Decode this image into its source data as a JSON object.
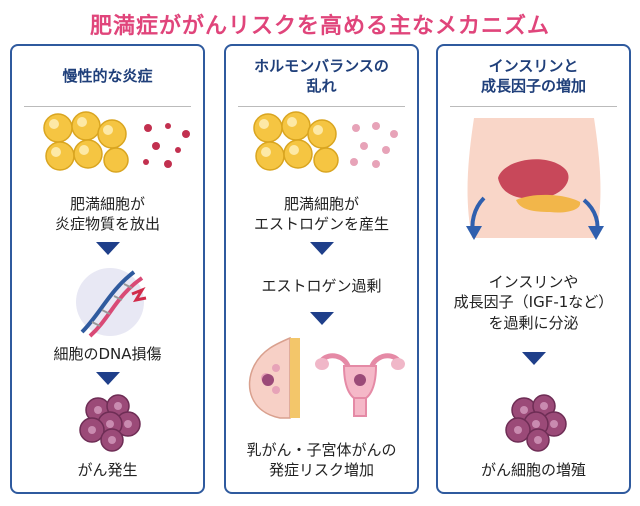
{
  "title": "肥満症ががんリスクを高める主なメカニズム",
  "panels": [
    {
      "heading": [
        "慢性的な炎症"
      ],
      "steps": [
        [
          "肥満細胞が",
          "炎症物質を放出"
        ],
        [
          "細胞のDNA損傷"
        ],
        [
          "がん発生"
        ]
      ]
    },
    {
      "heading": [
        "ホルモンバランスの",
        "乱れ"
      ],
      "steps": [
        [
          "肥満細胞が",
          "エストロゲンを産生"
        ],
        [
          "エストロゲン過剰"
        ],
        [
          "乳がん・子宮体がんの",
          "発症リスク増加"
        ]
      ]
    },
    {
      "heading": [
        "インスリンと",
        "成長因子の増加"
      ],
      "steps": [
        [
          "インスリンや",
          "成長因子（IGF-1など）",
          "を過剰に分泌"
        ],
        [
          "がん細胞の増殖"
        ]
      ]
    }
  ],
  "colors": {
    "title": "#e0457b",
    "border": "#2f5a9e",
    "heading": "#1f3f7a",
    "arrow": "#1f3f8a",
    "fat_cell": "#f5c542",
    "inflammatory_dot": "#c2304f",
    "estrogen_dot": "#e7a3b8",
    "cancer_cell": "#9b4a78"
  },
  "icons": [
    "fat-cells-icon",
    "inflammatory-particles-icon",
    "dna-damage-icon",
    "cancer-cell-icon",
    "estrogen-particles-icon",
    "breast-cross-section-icon",
    "uterus-icon",
    "torso-organs-icon"
  ]
}
